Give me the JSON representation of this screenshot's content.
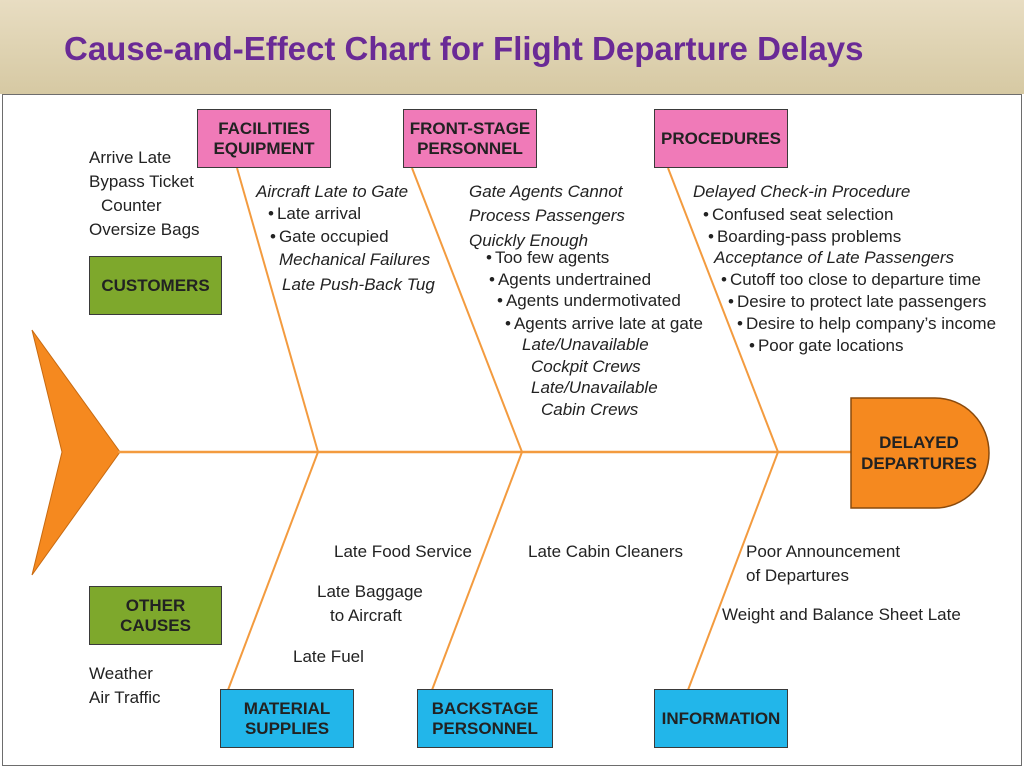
{
  "title": "Cause-and-Effect Chart for Flight Departure Delays",
  "effect": {
    "label": "DELAYED\nDEPARTURES"
  },
  "categories": {
    "facilities": "FACILITIES\nEQUIPMENT",
    "frontstage": "FRONT-STAGE\nPERSONNEL",
    "procedures": "PROCEDURES",
    "customers": "CUSTOMERS",
    "other": "OTHER\nCAUSES",
    "material": "MATERIAL\nSUPPLIES",
    "backstage": "BACKSTAGE\nPERSONNEL",
    "information": "INFORMATION"
  },
  "causes": {
    "customers": [
      "Arrive Late",
      "Bypass Ticket",
      "Counter",
      "Oversize Bags"
    ],
    "facilities": [
      "Aircraft Late to Gate",
      "Late arrival",
      "Gate occupied",
      "Mechanical Failures",
      "Late Push-Back Tug"
    ],
    "frontstage": [
      "Gate Agents Cannot",
      "Process Passengers",
      "Quickly Enough",
      "Too few agents",
      "Agents undertrained",
      "Agents undermotivated",
      "Agents arrive late at gate",
      "Late/Unavailable",
      "Cockpit Crews",
      "Late/Unavailable",
      "Cabin Crews"
    ],
    "procedures": [
      "Delayed Check-in Procedure",
      "Confused seat selection",
      "Boarding-pass problems",
      "Acceptance of Late Passengers",
      "Cutoff too close to departure time",
      "Desire to protect late passengers",
      "Desire to help company’s income",
      "Poor gate locations"
    ],
    "material": [
      "Late Food Service",
      "Late Baggage",
      "to Aircraft",
      "Late Fuel"
    ],
    "backstage": [
      "Late Cabin Cleaners"
    ],
    "information": [
      "Poor Announcement",
      "of Departures",
      "Weight and Balance Sheet Late"
    ],
    "other": [
      "Weather",
      "Air Traffic"
    ]
  },
  "colors": {
    "title": "#6a2a96",
    "bone": "#f39b3f",
    "head": "#f5891f",
    "pink": "#f07ab8",
    "green": "#7ea82c",
    "blue": "#22b6ea"
  }
}
